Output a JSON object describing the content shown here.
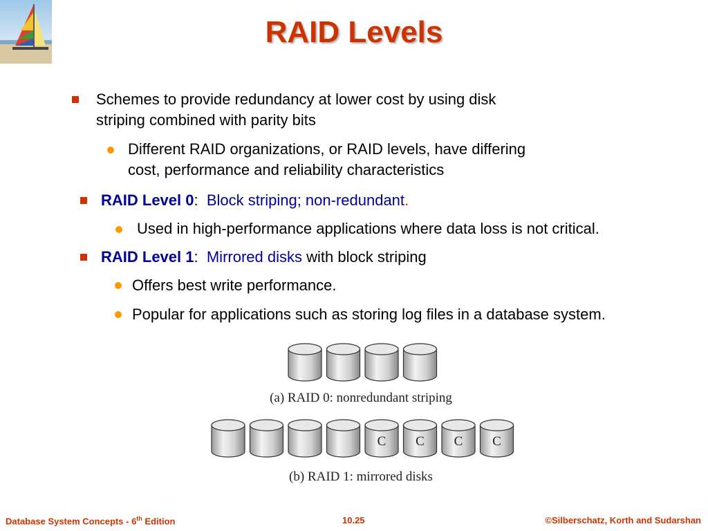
{
  "title": "RAID Levels",
  "bullets": {
    "b1_line1": "Schemes to provide redundancy at lower cost by using disk",
    "b1_line2": "striping combined with parity bits",
    "b1_sub_line1": "Different RAID organizations, or RAID levels, have differing",
    "b1_sub_line2": "cost, performance and reliability characteristics",
    "b2_label": "RAID Level 0",
    "b2_colon": ":",
    "b2_text": "Block striping; non-redundant",
    "b2_period": ".",
    "b2_sub": "Used in high-performance applications where data loss is not critical.",
    "b3_label": "RAID Level 1",
    "b3_colon": ":",
    "b3_text": "Mirrored disks",
    "b3_rest": " with block striping",
    "b3_sub1": "Offers best write performance.",
    "b3_sub2": "Popular for applications such as storing log files in a database system."
  },
  "diagram": {
    "caption_a": "(a) RAID 0: nonredundant striping",
    "caption_b": "(b) RAID 1: mirrored disks",
    "copy_label": "C"
  },
  "footer": {
    "left_prefix": "Database System Concepts - 6",
    "left_sup": "th",
    "left_suffix": " Edition",
    "center": "10.25",
    "right": "©Silberschatz, Korth and Sudarshan"
  },
  "colors": {
    "title": "#cc3300",
    "highlight": "#000099",
    "square_bullet": "#cc3300",
    "round_bullet": "#ff9900"
  }
}
